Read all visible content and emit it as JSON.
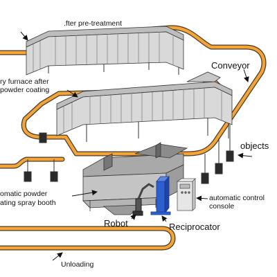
{
  "labels": {
    "pretreatment": ".fter pre-treatment",
    "conveyor": "Conveyor",
    "furnace_line1": "ry furnace after",
    "furnace_line2": "powder coating",
    "objects": "objects",
    "booth_line1": "omatic powder",
    "booth_line2": "ating spray booth",
    "console_line1": "automatic control",
    "console_line2": "console",
    "robot": "Robot",
    "reciprocator": "Reciprocator",
    "unloading": "Unloading"
  },
  "colors": {
    "conveyor": "#f2a33a",
    "conveyor_edge": "#4a3a22",
    "hanging_object": "#2b2b2b",
    "reciprocator": "#2e5fd0",
    "booth": "#b9b9b9",
    "building": "#d9d9d9"
  },
  "icons": {
    "arrow": "arrow-icon"
  }
}
